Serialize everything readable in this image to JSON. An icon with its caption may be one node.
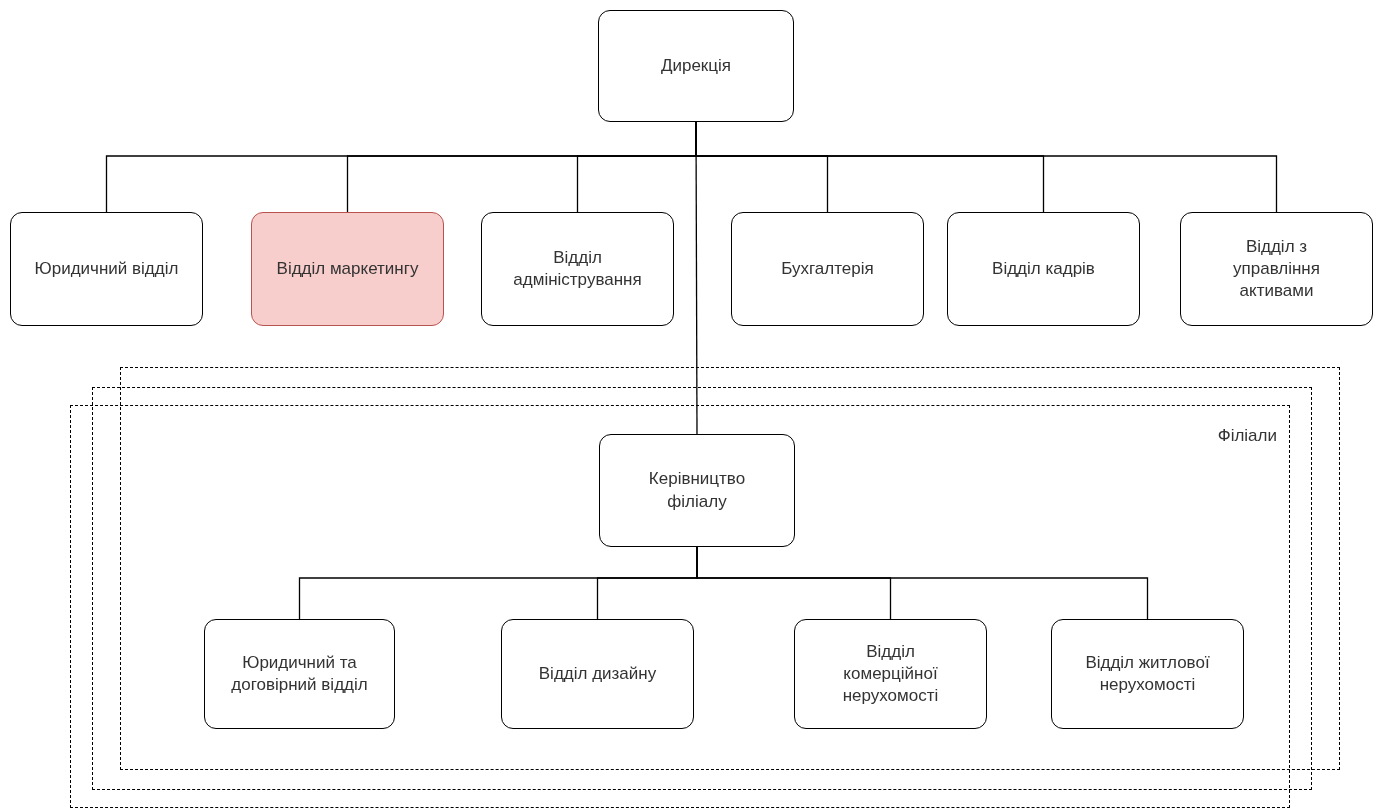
{
  "diagram": {
    "nodes": [
      {
        "text": [
          "Дирекція"
        ]
      },
      {
        "text": [
          "Юридичний відділ"
        ]
      },
      {
        "text": [
          "Відділ маркетингу"
        ]
      },
      {
        "text": [
          "Відділ адміністрування"
        ]
      },
      {
        "text": [
          "Бухгалтерія"
        ]
      },
      {
        "text": [
          "Відділ кадрів"
        ]
      },
      {
        "text": [
          "Відділ з управління активами"
        ]
      },
      {
        "text": [
          "Філіали"
        ]
      },
      {
        "text": [
          "Керівництво філіалу"
        ],
        "in": 7
      },
      {
        "text": [
          "Юридичний та договірний відділ"
        ],
        "in": 7
      },
      {
        "text": [
          "Відділ дизайну"
        ],
        "in": 7
      },
      {
        "text": [
          "Відділ комерційної нерухомості"
        ],
        "in": 7
      },
      {
        "text": [
          "Відділ житлової нерухомості"
        ],
        "in": 7
      }
    ],
    "edges": [
      {
        "from": 0,
        "to": 1,
        "arrow": "none"
      },
      {
        "from": 0,
        "to": 2,
        "arrow": "none"
      },
      {
        "from": 0,
        "to": 3,
        "arrow": "none"
      },
      {
        "from": 0,
        "to": 4,
        "arrow": "none"
      },
      {
        "from": 0,
        "to": 5,
        "arrow": "none"
      },
      {
        "from": 0,
        "to": 6,
        "arrow": "none"
      },
      {
        "from": 0,
        "to": 8,
        "arrow": "none"
      },
      {
        "from": 8,
        "to": 9,
        "arrow": "none"
      },
      {
        "from": 8,
        "to": 10,
        "arrow": "none"
      },
      {
        "from": 8,
        "to": 11,
        "arrow": "none"
      },
      {
        "from": 8,
        "to": 12,
        "arrow": "none"
      }
    ]
  }
}
